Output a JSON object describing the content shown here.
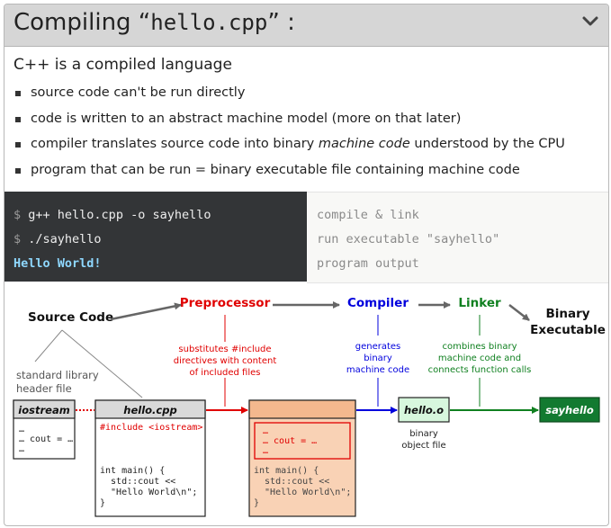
{
  "header": {
    "title_prefix": "Compiling “",
    "title_file": "hello.cpp",
    "title_suffix": "” :"
  },
  "intro": "C++ is a compiled language",
  "bullets": [
    {
      "text": "source code can't be run directly"
    },
    {
      "text": "code is written to an abstract machine model (more on that later)"
    },
    {
      "pre": "compiler translates source code into binary ",
      "em": "machine code",
      "post": " understood by the CPU"
    },
    {
      "text": "program that can be run = binary executable file containing machine code"
    }
  ],
  "terminal": {
    "prompt": "$",
    "cmd1": "g++ hello.cpp -o sayhello",
    "cmd2": "./sayhello",
    "output": "Hello World!"
  },
  "notes": {
    "n1": "compile & link",
    "n2": "run executable \"sayhello\"",
    "n3": "program output"
  },
  "diagram": {
    "source_code": "Source Code",
    "preprocessor": "Preprocessor",
    "compiler": "Compiler",
    "linker": "Linker",
    "binary_executable_1": "Binary",
    "binary_executable_2": "Executable",
    "std_lib_1": "standard library",
    "std_lib_2": "header file",
    "pre_desc": [
      "substitutes #include",
      "directives with content",
      "of included files"
    ],
    "comp_desc": [
      "generates",
      "binary",
      "machine code"
    ],
    "link_desc": [
      "combines binary",
      "machine code and",
      "connects function calls"
    ],
    "iostream_box": {
      "title": "iostream",
      "lines": [
        "…",
        "… cout = …",
        "…"
      ]
    },
    "hellocpp_box": {
      "title": "hello.cpp",
      "include": "#include <iostream>",
      "code": [
        "int main() {",
        "  std::cout <<",
        "  \"Hello World\\n\";",
        "}"
      ]
    },
    "preproc_box": {
      "inner": [
        "…",
        "… cout = …",
        "…"
      ],
      "code": [
        "int main() {",
        "  std::cout <<",
        "  \"Hello World\\n\";",
        "}"
      ]
    },
    "hello_o": "hello.o",
    "binary_object_1": "binary",
    "binary_object_2": "object file",
    "sayhello": "sayhello",
    "colors": {
      "preprocessor": "#e00000",
      "compiler": "#0000dd",
      "linker": "#108020",
      "executable_fill": "#127a30",
      "object_fill": "#d7f7dd",
      "preproc_fill": "#f9d2b5"
    }
  }
}
